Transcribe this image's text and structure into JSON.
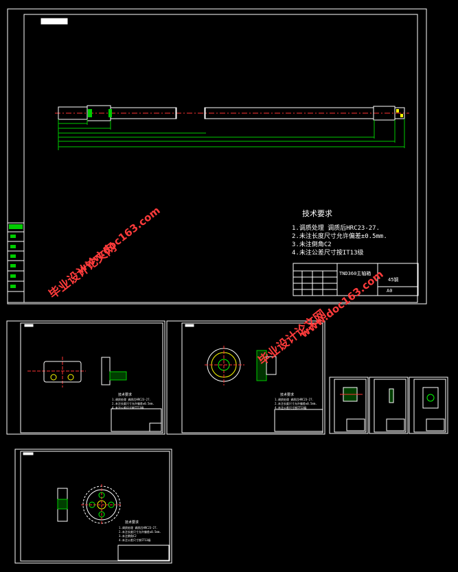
{
  "colors": {
    "background": "#000000",
    "line": "#ffffff",
    "accent_green": "#00ff00",
    "accent_red": "#ff3030",
    "accent_yellow": "#ffff00",
    "watermark": "#ff3b3b"
  },
  "main_sheet": {
    "tech_title": "技术要求",
    "tech_items": [
      "1.调质处理  调质后HRC23-27.",
      "2.未注长度尺寸允许偏差±0.5mm.",
      "3.未注倒角C2",
      "4.未注公差尺寸按IT13级"
    ],
    "title_block": {
      "drawing_name": "TND360主轴箱",
      "material": "45钢",
      "sheet_size": "A0"
    }
  },
  "small_sheets": [
    {
      "tech_title": "技术要求",
      "tech_items": [
        "1.调质处理  调质后HRC23-27.",
        "2.未注长度尺寸允许偏差±0.5mm.",
        "3.未注倒角C2",
        "4.未注公差尺寸按IT13级"
      ]
    },
    {
      "tech_title": "技术要求",
      "tech_items": [
        "1.调质处理  调质后HRC23-27.",
        "2.未注长度尺寸允许偏差±0.5mm.",
        "3.未注倒角C2",
        "4.未注公差尺寸按IT13级"
      ]
    },
    {
      "tech_title": "技术要求",
      "tech_items": [
        "1.调质处理  调质后HRC23-27.",
        "2.未注长度尺寸允许偏差±0.5mm.",
        "3.未注倒角C2",
        "4.未注公差尺寸按IT13级"
      ]
    }
  ],
  "watermarks": [
    {
      "line1": "www.doc163.com",
      "line2": "毕业设计论文网"
    },
    {
      "line1": "www.doc163.com",
      "line2": "毕业设计论文网"
    }
  ]
}
